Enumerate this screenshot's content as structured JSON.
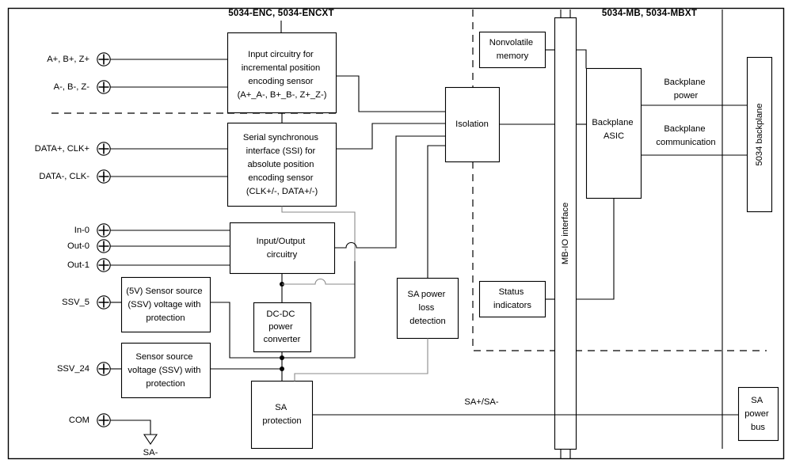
{
  "diagram": {
    "titles": {
      "left_section": "5034-ENC, 5034-ENCXT",
      "right_section": "5034-MB, 5034-MBXT"
    },
    "terminals": [
      {
        "label": "A+, B+, Z+",
        "name": "terminal-a-plus-b-plus-z-plus"
      },
      {
        "label": "A-, B-, Z-",
        "name": "terminal-a-minus-b-minus-z-minus"
      },
      {
        "label": "DATA+, CLK+",
        "name": "terminal-data-plus-clk-plus"
      },
      {
        "label": "DATA-, CLK-",
        "name": "terminal-data-minus-clk-minus"
      },
      {
        "label": "In-0",
        "name": "terminal-in-0"
      },
      {
        "label": "Out-0",
        "name": "terminal-out-0"
      },
      {
        "label": "Out-1",
        "name": "terminal-out-1"
      },
      {
        "label": "SSV_5",
        "name": "terminal-ssv-5"
      },
      {
        "label": "SSV_24",
        "name": "terminal-ssv-24"
      },
      {
        "label": "COM",
        "name": "terminal-com"
      }
    ],
    "blocks": {
      "input_circuitry": {
        "lines": [
          "Input circuitry for",
          "incremental position",
          "encoding sensor",
          "(A+_A-, B+_B-, Z+_Z-)"
        ]
      },
      "ssi": {
        "lines": [
          "Serial synchronous",
          "interface (SSI) for",
          "absolute position",
          "encoding sensor",
          "(CLK+/-, DATA+/-)"
        ]
      },
      "io_circuitry": {
        "lines": [
          "Input/Output",
          "circuitry"
        ]
      },
      "ssv_5": {
        "lines": [
          "(5V) Sensor source",
          "(SSV) voltage with",
          "protection"
        ]
      },
      "ssv_24": {
        "lines": [
          "Sensor source",
          "voltage (SSV) with",
          "protection"
        ]
      },
      "dcdc": {
        "lines": [
          "DC-DC",
          "power",
          "converter"
        ]
      },
      "sa_protection": {
        "lines": [
          "SA",
          "protection"
        ]
      },
      "sa_power_loss": {
        "lines": [
          "SA power",
          "loss",
          "detection"
        ]
      },
      "isolation": {
        "lines": [
          "Isolation"
        ]
      },
      "nonvolatile_memory": {
        "lines": [
          "Nonvolatile",
          "memory"
        ]
      },
      "status_indicators": {
        "lines": [
          "Status",
          "indicators"
        ]
      },
      "backplane_asic": {
        "lines": [
          "Backplane",
          "ASIC"
        ]
      },
      "backplane_5034": {
        "lines": [
          "5034 backplane"
        ]
      },
      "sa_power_bus": {
        "lines": [
          "SA",
          "power",
          "bus"
        ]
      },
      "mb_io_interface": {
        "lines": [
          "MB-IO interface"
        ]
      }
    },
    "wire_labels": {
      "backplane_power": [
        "Backplane",
        "power"
      ],
      "backplane_communication": [
        "Backplane",
        "communication"
      ],
      "sa_pair": "SA+/SA-",
      "sa_minus_ground": "SA-"
    },
    "colors": {
      "line": "#000000",
      "line_secondary": "#8a8a8a",
      "background": "#ffffff"
    }
  }
}
